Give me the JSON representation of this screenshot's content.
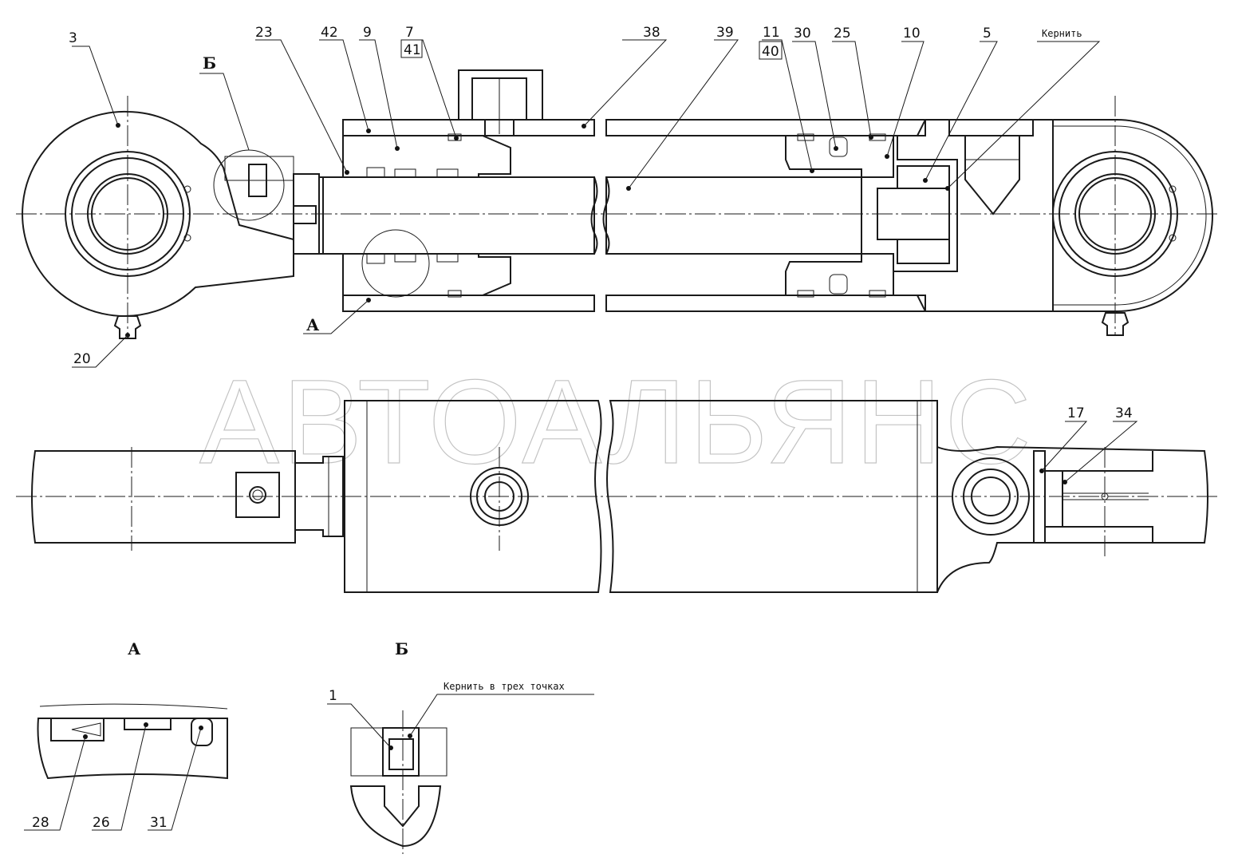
{
  "watermark": "АВТОАЛЬЯНС",
  "views": {
    "a": "А",
    "b": "Б"
  },
  "notes": {
    "kernit": "Кернить",
    "kernit_three": "Кернить в трех точках"
  },
  "callouts": {
    "p3": "3",
    "p23": "23",
    "p42": "42",
    "p9": "9",
    "p7": "7",
    "p41": "41",
    "p38": "38",
    "p39": "39",
    "p11": "11",
    "p40": "40",
    "p30": "30",
    "p25": "25",
    "p10": "10",
    "p5": "5",
    "p20": "20",
    "p17": "17",
    "p34": "34",
    "p28": "28",
    "p26": "26",
    "p31": "31",
    "p1": "1"
  }
}
